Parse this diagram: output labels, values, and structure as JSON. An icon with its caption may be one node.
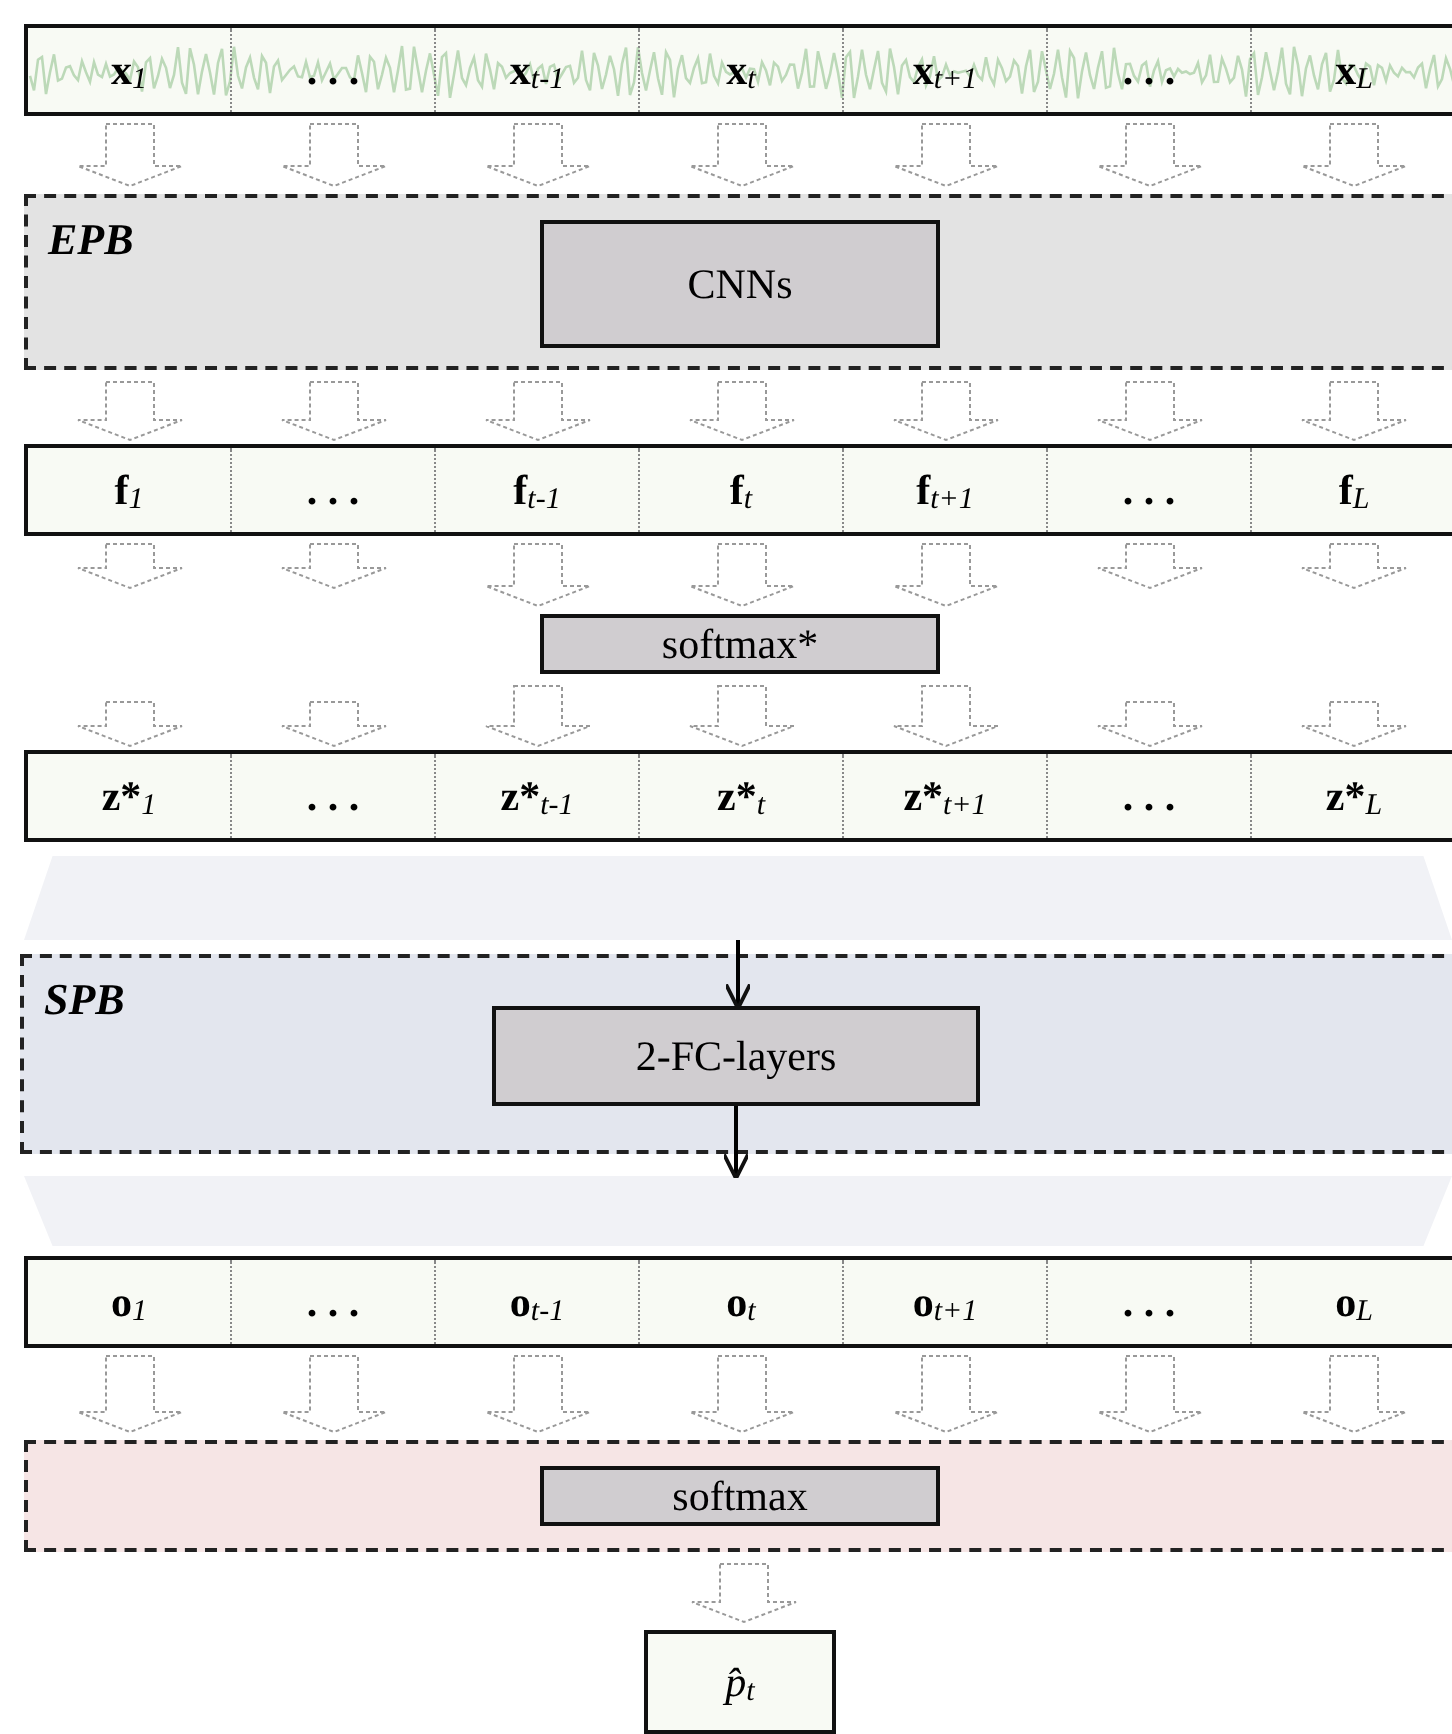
{
  "diagram": {
    "nodes": [
      {
        "text": [],
        "shape": "box"
      },
      {
        "text": [
          "x$_{1}$"
        ],
        "in": 0
      },
      {
        "text": [
          ". . ."
        ],
        "in": 0
      },
      {
        "text": [
          "x$_{t-1}$"
        ],
        "in": 0
      },
      {
        "text": [
          "x$_{t}$"
        ],
        "in": 0
      },
      {
        "text": [
          "x$_{t+1}$"
        ],
        "in": 0
      },
      {
        "text": [
          ". . ."
        ],
        "in": 0
      },
      {
        "text": [
          "x$_{L}$"
        ],
        "in": 0
      },
      {
        "text": [
          "EPB"
        ]
      },
      {
        "text": [
          "CNNs"
        ],
        "in": 8
      },
      {
        "text": [],
        "shape": "box"
      },
      {
        "text": [
          "f$_{1}$"
        ],
        "in": 10
      },
      {
        "text": [
          ". . ."
        ],
        "in": 10
      },
      {
        "text": [
          "f$_{t-1}$"
        ],
        "in": 10
      },
      {
        "text": [
          "f$_{t}$"
        ],
        "in": 10
      },
      {
        "text": [
          "f$_{t+1}$"
        ],
        "in": 10
      },
      {
        "text": [
          ". . ."
        ],
        "in": 10
      },
      {
        "text": [
          "f$_{L}$"
        ],
        "in": 10
      },
      {
        "text": [
          "softmax*"
        ]
      },
      {
        "text": [],
        "shape": "box"
      },
      {
        "text": [
          "z*$_{1}$"
        ],
        "in": 19
      },
      {
        "text": [
          ". . ."
        ],
        "in": 19
      },
      {
        "text": [
          "z*$_{t-1}$"
        ],
        "in": 19
      },
      {
        "text": [
          "z*$_{t}$"
        ],
        "in": 19
      },
      {
        "text": [
          "z*$_{t+1}$"
        ],
        "in": 19
      },
      {
        "text": [
          ". . ."
        ],
        "in": 19
      },
      {
        "text": [
          "z*$_{L}$"
        ],
        "in": 19
      },
      {
        "text": [
          "SPB"
        ]
      },
      {
        "text": [
          "2-FC-layers"
        ],
        "in": 27
      },
      {
        "text": [],
        "shape": "box"
      },
      {
        "text": [
          "o$_{1}$"
        ],
        "in": 29
      },
      {
        "text": [
          ". . ."
        ],
        "in": 29
      },
      {
        "text": [
          "o$_{t-1}$"
        ],
        "in": 29
      },
      {
        "text": [
          "o$_{t}$"
        ],
        "in": 29
      },
      {
        "text": [
          "o$_{t+1}$"
        ],
        "in": 29
      },
      {
        "text": [
          ". . ."
        ],
        "in": 29
      },
      {
        "text": [
          "o$_{L}$"
        ],
        "in": 29
      },
      {
        "text": [],
        "shape": "box"
      },
      {
        "text": [
          "softmax"
        ],
        "in": 37
      },
      {
        "text": [
          "p̂$_{t}$"
        ]
      },
      {
        "text": [],
        "shape": "band"
      },
      {
        "text": [],
        "shape": "band"
      }
    ],
    "edges": [
      {
        "from": 1,
        "to": 8,
        "arrow": "to",
        "style": "dashed"
      },
      {
        "from": 2,
        "to": 8,
        "arrow": "to",
        "style": "dashed"
      },
      {
        "from": 3,
        "to": 8,
        "arrow": "to",
        "style": "dashed"
      },
      {
        "from": 4,
        "to": 8,
        "arrow": "to",
        "style": "dashed"
      },
      {
        "from": 5,
        "to": 8,
        "arrow": "to",
        "style": "dashed"
      },
      {
        "from": 6,
        "to": 8,
        "arrow": "to",
        "style": "dashed"
      },
      {
        "from": 7,
        "to": 8,
        "arrow": "to",
        "style": "dashed"
      },
      {
        "from": 8,
        "to": 11,
        "arrow": "to",
        "style": "dashed"
      },
      {
        "from": 8,
        "to": 12,
        "arrow": "to",
        "style": "dashed"
      },
      {
        "from": 8,
        "to": 13,
        "arrow": "to",
        "style": "dashed"
      },
      {
        "from": 8,
        "to": 14,
        "arrow": "to",
        "style": "dashed"
      },
      {
        "from": 8,
        "to": 15,
        "arrow": "to",
        "style": "dashed"
      },
      {
        "from": 8,
        "to": 16,
        "arrow": "to",
        "style": "dashed"
      },
      {
        "from": 8,
        "to": 17,
        "arrow": "to",
        "style": "dashed"
      },
      {
        "from": 11,
        "to": null,
        "arrow": "to",
        "style": "dashed"
      },
      {
        "from": 12,
        "to": null,
        "arrow": "to",
        "style": "dashed"
      },
      {
        "from": 13,
        "to": 18,
        "arrow": "to",
        "style": "dashed"
      },
      {
        "from": 14,
        "to": 18,
        "arrow": "to",
        "style": "dashed"
      },
      {
        "from": 15,
        "to": 18,
        "arrow": "to",
        "style": "dashed"
      },
      {
        "from": 16,
        "to": null,
        "arrow": "to",
        "style": "dashed"
      },
      {
        "from": 17,
        "to": null,
        "arrow": "to",
        "style": "dashed"
      },
      {
        "from": null,
        "to": 20,
        "arrow": "to",
        "style": "dashed"
      },
      {
        "from": null,
        "to": 21,
        "arrow": "to",
        "style": "dashed"
      },
      {
        "from": 18,
        "to": 22,
        "arrow": "to",
        "style": "dashed"
      },
      {
        "from": 18,
        "to": 23,
        "arrow": "to",
        "style": "dashed"
      },
      {
        "from": 18,
        "to": 24,
        "arrow": "to",
        "style": "dashed"
      },
      {
        "from": null,
        "to": 25,
        "arrow": "to",
        "style": "dashed"
      },
      {
        "from": null,
        "to": 26,
        "arrow": "to",
        "style": "dashed"
      },
      {
        "from": 40,
        "to": 28,
        "arrow": "to",
        "color": "#000000"
      },
      {
        "from": 28,
        "to": 41,
        "arrow": "to",
        "color": "#000000"
      },
      {
        "from": 30,
        "to": 37,
        "arrow": "to",
        "style": "dashed"
      },
      {
        "from": 31,
        "to": 37,
        "arrow": "to",
        "style": "dashed"
      },
      {
        "from": 32,
        "to": 37,
        "arrow": "to",
        "style": "dashed"
      },
      {
        "from": 33,
        "to": 37,
        "arrow": "to",
        "style": "dashed"
      },
      {
        "from": 34,
        "to": 37,
        "arrow": "to",
        "style": "dashed"
      },
      {
        "from": 35,
        "to": 37,
        "arrow": "to",
        "style": "dashed"
      },
      {
        "from": 36,
        "to": 37,
        "arrow": "to",
        "style": "dashed"
      },
      {
        "from": 37,
        "to": 39,
        "arrow": "to",
        "style": "dashed"
      }
    ]
  }
}
